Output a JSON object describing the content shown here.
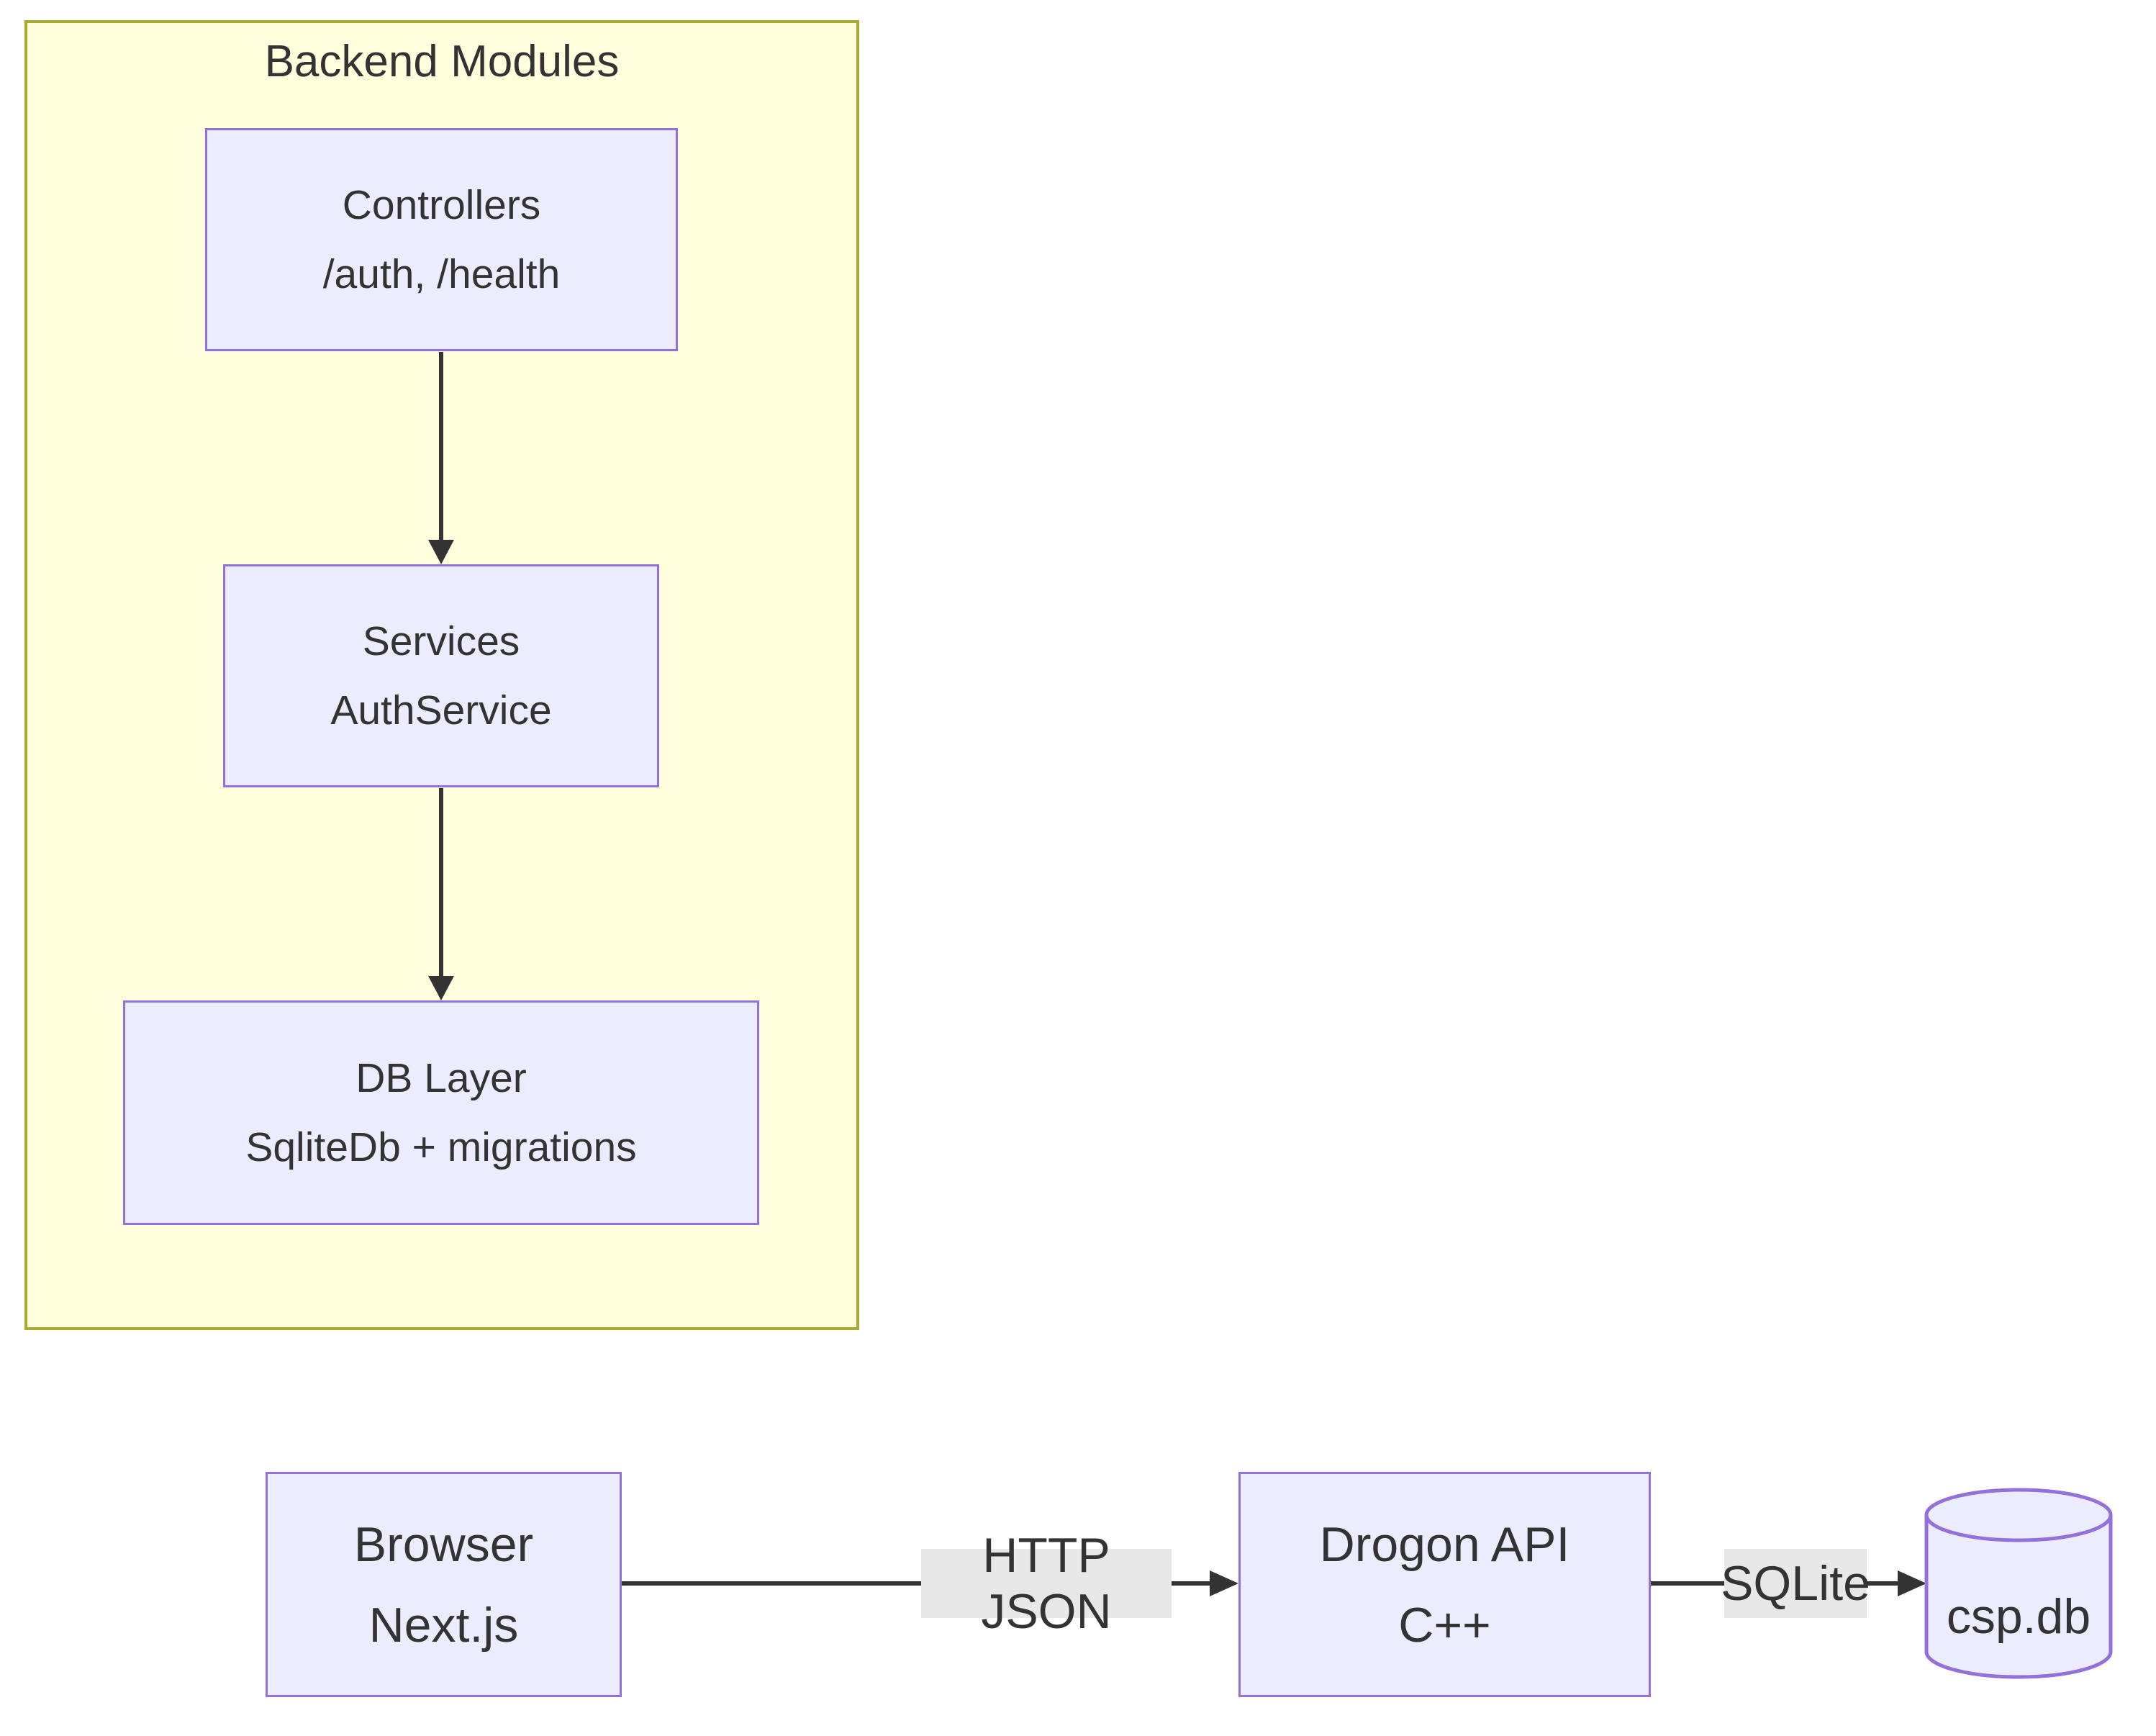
{
  "diagram": {
    "type": "flowchart",
    "cluster": {
      "label": "Backend Modules"
    },
    "nodes": {
      "controllers": {
        "line1": "Controllers",
        "line2": "/auth, /health"
      },
      "services": {
        "line1": "Services",
        "line2": "AuthService"
      },
      "db_layer": {
        "line1": "DB Layer",
        "line2": "SqliteDb + migrations"
      },
      "browser": {
        "line1": "Browser",
        "line2": "Next.js"
      },
      "drogon": {
        "line1": "Drogon API",
        "line2": "C++"
      },
      "database": {
        "label": "csp.db"
      }
    },
    "edges": [
      {
        "from": "Controllers",
        "to": "Services",
        "label": ""
      },
      {
        "from": "Services",
        "to": "DB Layer",
        "label": ""
      },
      {
        "from": "Browser",
        "to": "Drogon API",
        "label": "HTTP JSON"
      },
      {
        "from": "Drogon API",
        "to": "csp.db",
        "label": "SQLite"
      }
    ],
    "colors": {
      "node_fill": "#ECECFF",
      "node_border": "#9370DB",
      "cluster_fill": "#FFFFDE",
      "cluster_border": "#AAAA33",
      "edge": "#333333",
      "edge_label_bg": "#E8E8E8",
      "text": "#333333",
      "canvas_bg": "#FFFFFF"
    }
  }
}
